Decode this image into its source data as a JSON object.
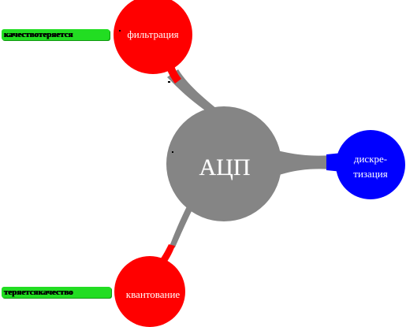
{
  "diagram": {
    "center": {
      "label": "АЦП",
      "color": "#858585"
    },
    "nodes": {
      "filtration": {
        "label": "фильтрация",
        "color": "#ff0000"
      },
      "quantization": {
        "label": "квантование",
        "color": "#ff0000"
      },
      "discretization": {
        "line1": "дискре-",
        "line2": "тизация",
        "color": "#0000ff"
      }
    },
    "tags": {
      "top": "качествотеряется",
      "bottom": "теряетсякачество",
      "color": "#22dd22"
    }
  }
}
